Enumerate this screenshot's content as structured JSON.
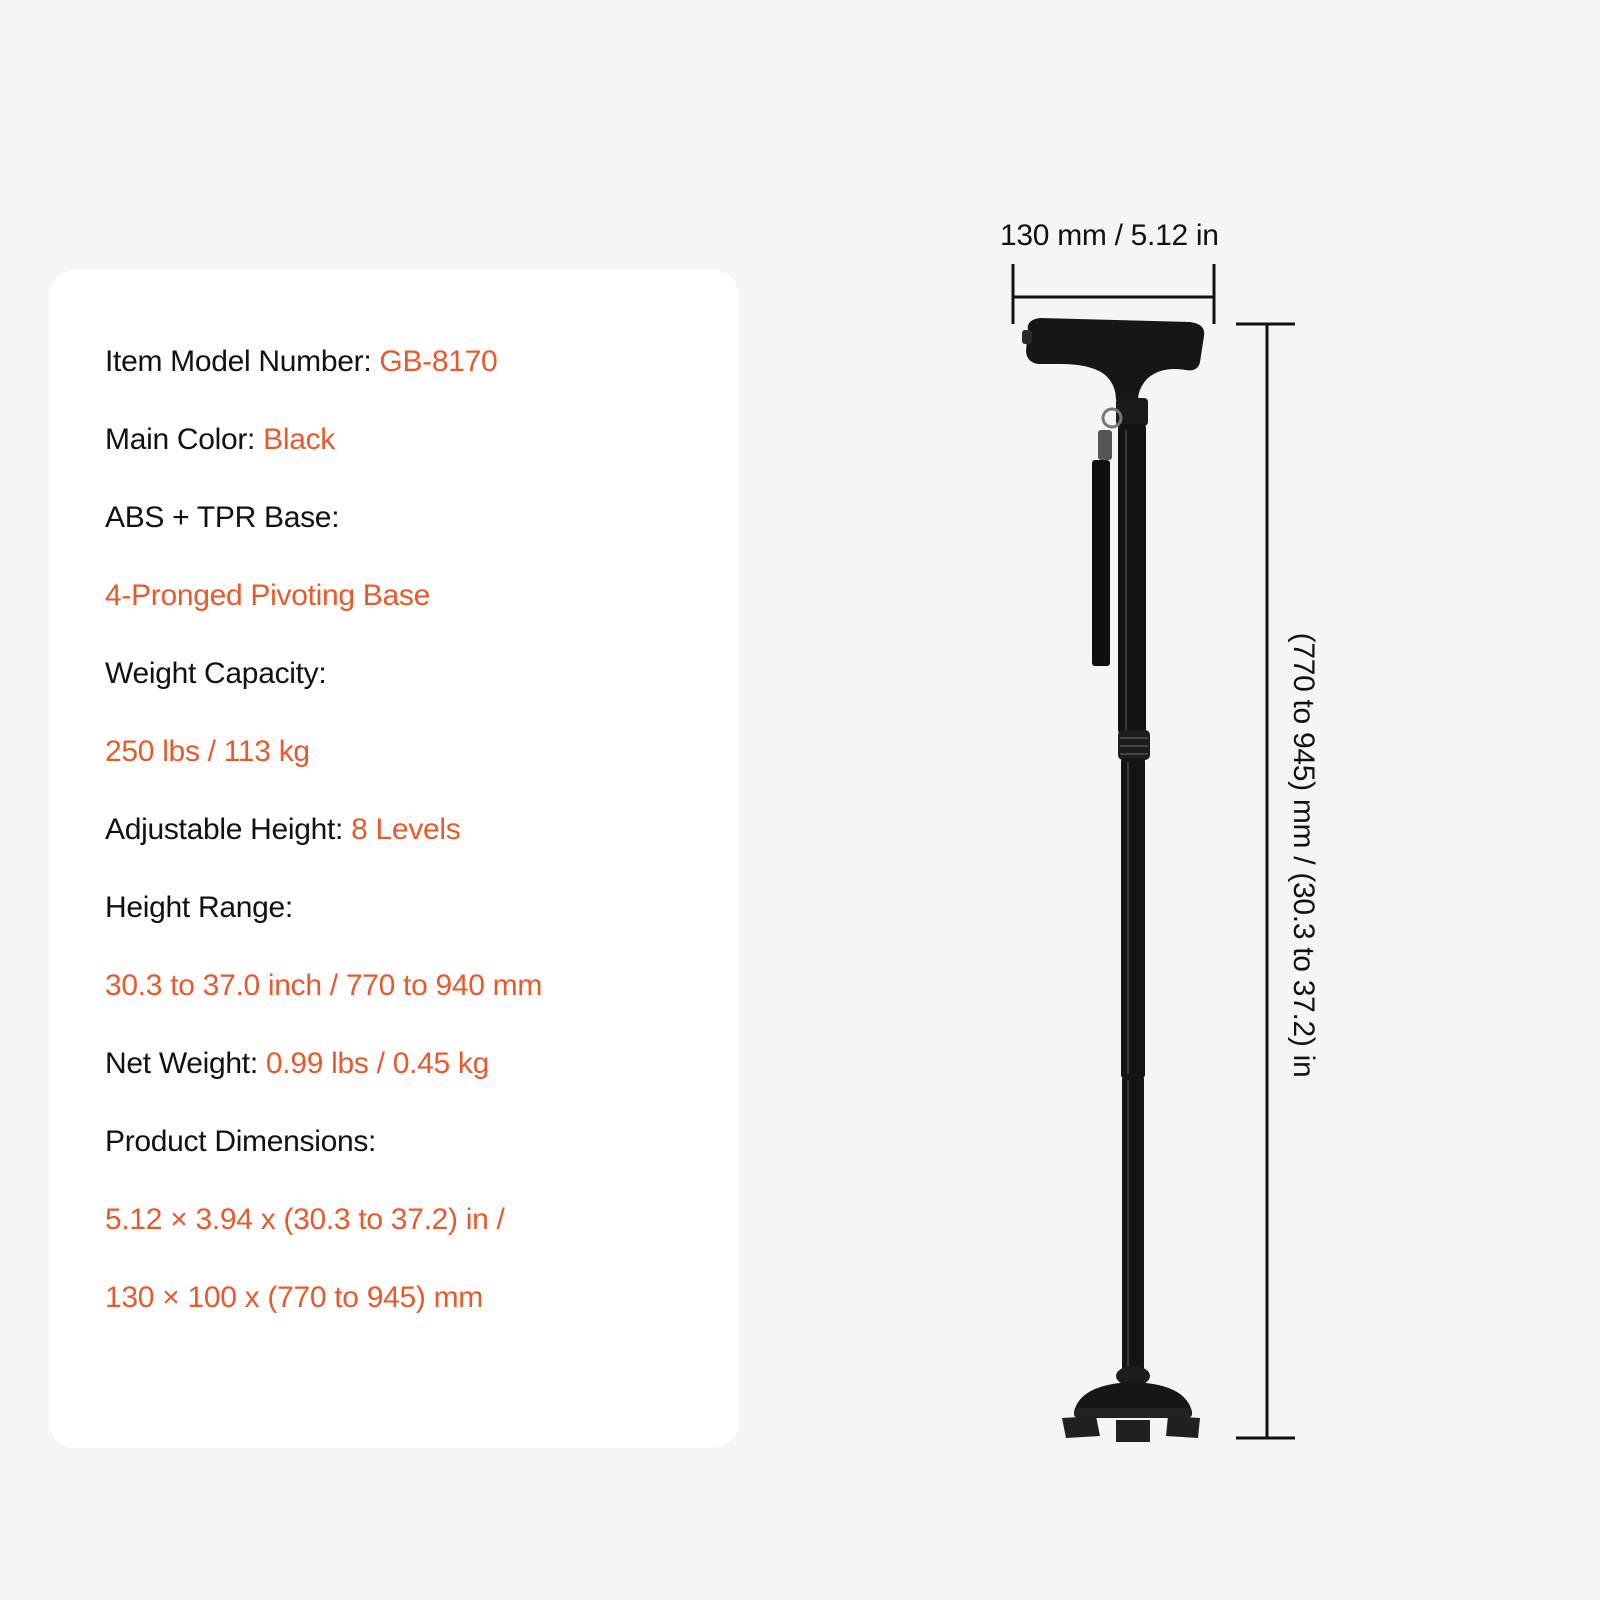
{
  "specs": {
    "model": {
      "label": "Item Model Number: ",
      "value": "GB-8170"
    },
    "color": {
      "label": "Main Color: ",
      "value": "Black"
    },
    "base": {
      "label": "ABS + TPR Base:",
      "value": "4-Pronged Pivoting Base"
    },
    "capacity": {
      "label": "Weight Capacity:",
      "value": "250 lbs / 113 kg"
    },
    "adjustable": {
      "label": "Adjustable Height: ",
      "value": "8 Levels"
    },
    "height_range": {
      "label": "Height Range:",
      "value": "30.3 to 37.0 inch / 770 to 940 mm"
    },
    "net_weight": {
      "label": "Net Weight: ",
      "value": "0.99 lbs / 0.45 kg"
    },
    "dimensions": {
      "label": "Product Dimensions:",
      "value_line1": "5.12 × 3.94 x (30.3 to 37.2) in /",
      "value_line2": "130 × 100 x (770 to 945) mm"
    }
  },
  "dimension_labels": {
    "width": "130 mm / 5.12 in",
    "height": "(770 to 945) mm / (30.3 to 37.2) in"
  },
  "colors": {
    "accent": "#e85a2c",
    "background": "#f5f5f5",
    "card": "#ffffff",
    "product": "#111111"
  }
}
